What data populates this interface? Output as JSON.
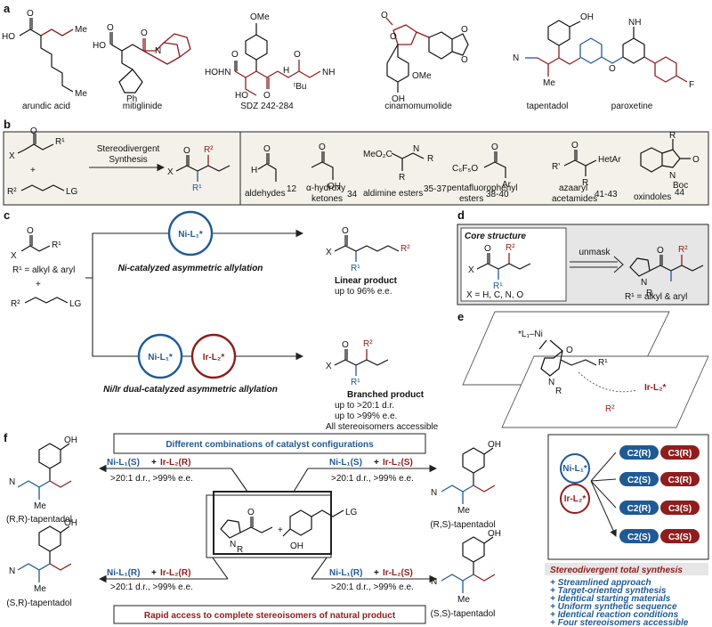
{
  "panels": {
    "a": "a",
    "b": "b",
    "c": "c",
    "d": "d",
    "e": "e",
    "f": "f"
  },
  "panel_a": {
    "compounds": [
      "arundic acid",
      "mitiglinide",
      "SDZ 242-284",
      "cinamomumolide",
      "tapentadol",
      "paroxetine"
    ],
    "atoms": {
      "ho": "HO",
      "o": "O",
      "me": "Me",
      "ph": "Ph",
      "n": "N",
      "ome": "OMe",
      "hohn": "HOHN",
      "nh": "NH",
      "tbu": "ᵗBu",
      "h": "H",
      "oh": "OH",
      "f": "F",
      "ho2": "HO"
    }
  },
  "panel_b": {
    "reaction_label_1": "Stereodivergent",
    "reaction_label_2": "Synthesis",
    "substrate_labels": [
      "aldehydes",
      "α-hydroxy",
      "ketones",
      "aldimine esters",
      "pentafluorophenyl",
      "esters",
      "azaaryl",
      "acetamides",
      "oxindoles"
    ],
    "refs": [
      "12",
      "34",
      "35-37",
      "38-40",
      "41-43",
      "44"
    ],
    "atoms": {
      "x": "X",
      "r1": "R¹",
      "r2": "R²",
      "lg": "LG",
      "o": "O",
      "h": "H",
      "oh": "OH",
      "meo2c": "MeO₂C",
      "n": "N",
      "r": "R",
      "c6f5o": "C₆F₅O",
      "ar": "Ar",
      "rp": "R'",
      "hetar": "HetAr",
      "boc": "Boc",
      "plus": "+"
    }
  },
  "panel_c": {
    "cat1": "Ni-L₁*",
    "cat2": "Ir-L₂*",
    "r1_def": "R¹ = alkyl & aryl",
    "plus": "+",
    "lg": "LG",
    "top_title": "Ni-catalyzed asymmetric allylation",
    "top_product": "Linear product",
    "top_ee": "up to 96% e.e.",
    "bottom_title": "Ni/Ir dual-catalyzed asymmetric allylation",
    "bottom_product": "Branched product",
    "bottom_dr": "up to >20:1 d.r.",
    "bottom_ee": "up to >99% e.e.",
    "bottom_note": "All stereoisomers accessible"
  },
  "panel_d": {
    "title": "Core structure",
    "arrow_label": "unmask",
    "x_def": "X = H, C, N, O",
    "r1_def": "R¹ = alkyl & aryl"
  },
  "panel_e": {
    "ni_label": "*L₁–Ni",
    "ir_label": "Ir-L₂*"
  },
  "panel_f": {
    "top_banner": "Different combinations of catalyst configurations",
    "bottom_banner": "Rapid access to complete stereoisomers of natural product",
    "conditions": [
      {
        "ni": "Ni-L₁(S)",
        "ir": "Ir-L₂(R)",
        "result": ">20:1 d.r., >99% e.e.",
        "product": "(R,R)-tapentadol"
      },
      {
        "ni": "Ni-L₁(S)",
        "ir": "Ir-L₂(S)",
        "result": ">20:1 d.r., >99% e.e.",
        "product": "(R,S)-tapentadol"
      },
      {
        "ni": "Ni-L₁(R)",
        "ir": "Ir-L₂(R)",
        "result": ">20:1 d.r., >99% e.e.",
        "product": "(S,R)-tapentadol"
      },
      {
        "ni": "Ni-L₁(R)",
        "ir": "Ir-L₂(S)",
        "result": ">20:1 d.r., >99% e.e.",
        "product": "(S,S)-tapentadol"
      }
    ],
    "plus": "+",
    "lg": "LG",
    "center_oh": "OH",
    "center_r": "R",
    "catalysts": [
      "Ni-L₁*",
      "Ir-L₂*"
    ],
    "combos": [
      [
        "C2(R)",
        "C3(R)"
      ],
      [
        "C2(S)",
        "C3(R)"
      ],
      [
        "C2(R)",
        "C3(S)"
      ],
      [
        "C2(S)",
        "C3(S)"
      ]
    ],
    "summary_title": "Stereodivergent total synthesis",
    "summary_points": [
      "+ Streamlined approach",
      "+ Target-oriented synthesis",
      "+ Identical starting materials",
      "+ Uniform synthetic sequence",
      "+ Identical reaction conditions",
      "+ Four stereoisomers accessible"
    ]
  },
  "colors": {
    "blue": "#1f5a96",
    "red": "#8f1d1d",
    "panel_bg": "#f4f1ea",
    "gray": "#e6e6e6",
    "banner_blue": "#1f5a96",
    "banner_red": "#8f1d1d"
  }
}
